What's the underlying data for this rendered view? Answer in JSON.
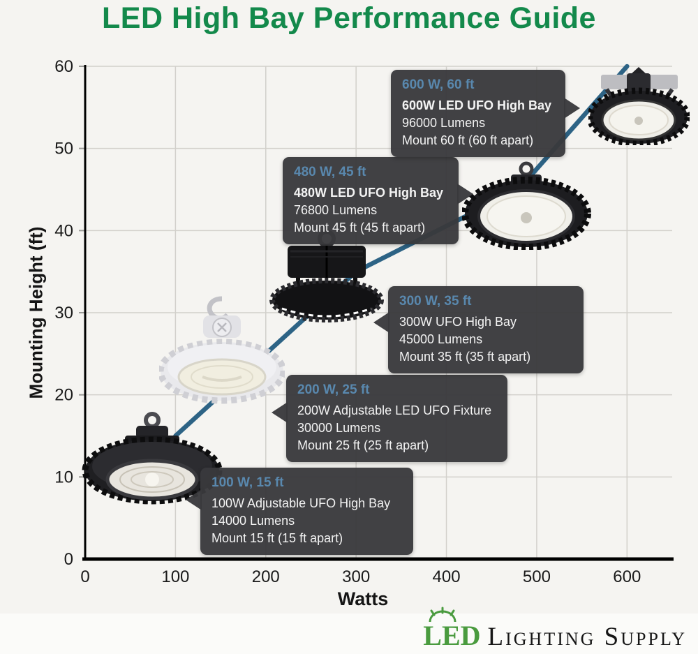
{
  "page_title": "LED High Bay Performance Guide",
  "chart_data": {
    "type": "line",
    "title": "LED High Bay Performance Guide",
    "xlabel": "Watts",
    "ylabel": "Mounting Height (ft)",
    "xlim": [
      0,
      650
    ],
    "ylim": [
      0,
      60
    ],
    "xticks": [
      0,
      100,
      200,
      300,
      400,
      500,
      600
    ],
    "yticks": [
      0,
      10,
      20,
      30,
      40,
      50,
      60
    ],
    "grid": true,
    "legend_position": "none",
    "line_color": "#2d6385",
    "x": [
      100,
      200,
      300,
      480,
      600
    ],
    "y": [
      15,
      25,
      35,
      45,
      60
    ],
    "points": [
      {
        "watts": 100,
        "mount_ft": 15,
        "callout_header": "100 W, 15 ft",
        "product": "100W Adjustable UFO High Bay",
        "lumens": "14000 Lumens",
        "mount": "Mount 15 ft (15 ft apart)"
      },
      {
        "watts": 200,
        "mount_ft": 25,
        "callout_header": "200 W, 25 ft",
        "product": "200W Adjustable LED UFO Fixture",
        "lumens": "30000 Lumens",
        "mount": "Mount 25 ft (25 ft apart)"
      },
      {
        "watts": 300,
        "mount_ft": 35,
        "callout_header": "300 W, 35 ft",
        "product": "300W UFO High Bay",
        "lumens": "45000 Lumens",
        "mount": "Mount 35 ft (35 ft apart)"
      },
      {
        "watts": 480,
        "mount_ft": 45,
        "callout_header": "480 W, 45 ft",
        "product": "480W LED UFO High Bay",
        "lumens": "76800 Lumens",
        "mount": "Mount 45 ft (45 ft apart)"
      },
      {
        "watts": 600,
        "mount_ft": 60,
        "callout_header": "600 W, 60 ft",
        "product": "600W LED UFO High Bay",
        "lumens": "96000 Lumens",
        "mount": "Mount 60 ft (60 ft apart)"
      }
    ]
  },
  "colors": {
    "title_green": "#13894b",
    "tooltip_bg": "#39393c",
    "tooltip_header_blue": "#5988ae",
    "line_blue": "#2d6385",
    "logo_green": "#4a9b3f"
  },
  "footer": {
    "logo_led": "LED",
    "logo_text": "Lighting Supply"
  }
}
